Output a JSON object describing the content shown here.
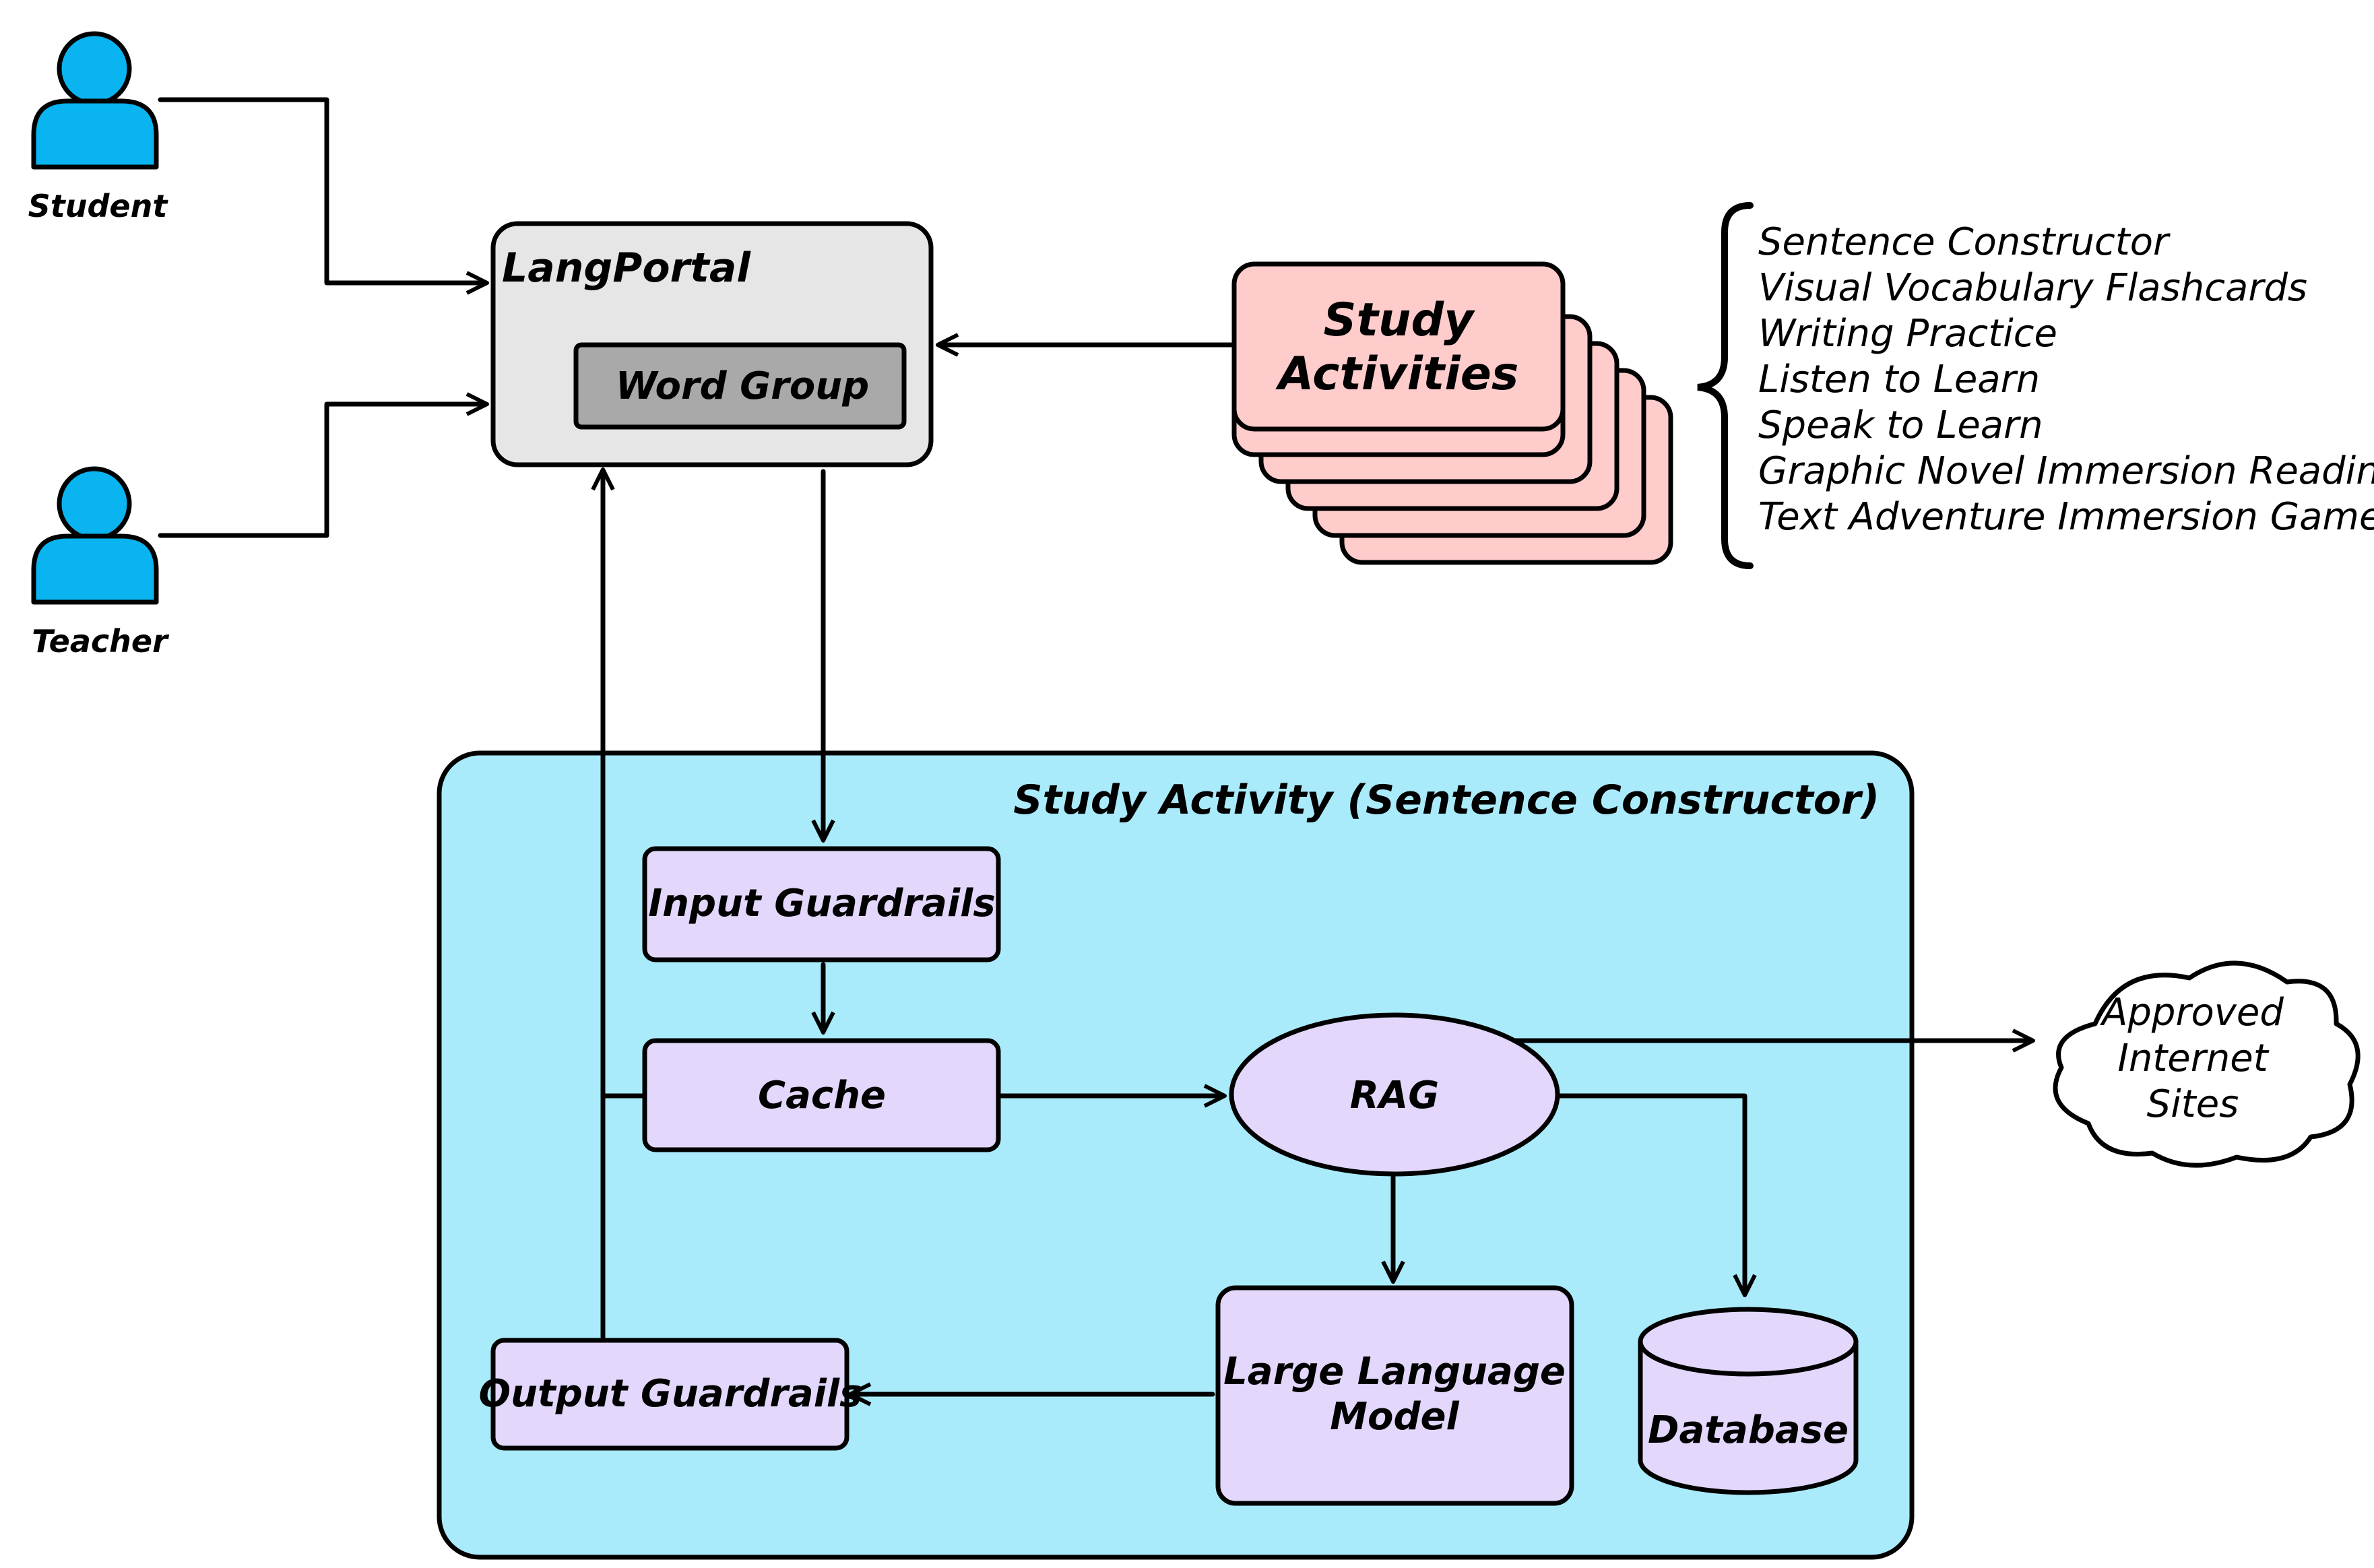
{
  "actors": {
    "student": "Student",
    "teacher": "Teacher"
  },
  "portal": {
    "title": "LangPortal",
    "word_group": "Word Group"
  },
  "study_activities": {
    "label_line1": "Study",
    "label_line2": "Activities",
    "items": [
      "Sentence Constructor",
      "Visual Vocabulary Flashcards",
      "Writing Practice",
      "Listen to Learn",
      "Speak to Learn",
      "Graphic Novel Immersion Reading",
      "Text Adventure Immersion Game"
    ]
  },
  "activity_panel": {
    "title": "Study Activity (Sentence Constructor)"
  },
  "components": {
    "input_guardrails": "Input Guardrails",
    "cache": "Cache",
    "rag": "RAG",
    "llm_line1": "Large Language",
    "llm_line2": "Model",
    "database": "Database",
    "output_guardrails": "Output Guardrails"
  },
  "external": {
    "line1": "Approved",
    "line2": "Internet",
    "line3": "Sites"
  },
  "colors": {
    "person": "#0ab4f0",
    "portal_fill": "#e6e6e6",
    "word_group_fill": "#a9a9a9",
    "activities_fill": "#ffcccc",
    "panel_fill": "#aaebfb",
    "component_fill": "#e3d7fb"
  }
}
